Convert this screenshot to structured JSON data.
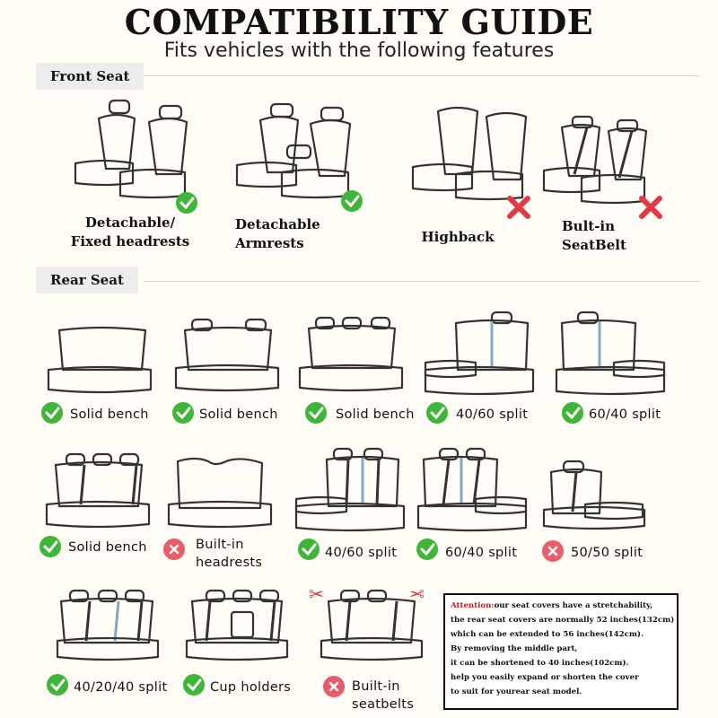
{
  "header": {
    "title": "COMPATIBILITY GUIDE",
    "subtitle": "Fits vehicles with the following features"
  },
  "sections": {
    "front": "Front Seat",
    "rear": "Rear Seat"
  },
  "front_items": [
    {
      "label_line1": "Detachable/",
      "label_line2": "Fixed headrests",
      "status": "compatible"
    },
    {
      "label_line1": "Detachable",
      "label_line2": "Armrests",
      "status": "compatible"
    },
    {
      "label_line1": "Highback",
      "label_line2": "",
      "status": "not-compatible"
    },
    {
      "label_line1": "Bult-in",
      "label_line2": "SeatBelt",
      "status": "not-compatible"
    }
  ],
  "rear_items": [
    {
      "label_line1": "Solid bench",
      "label_line2": "",
      "status": "compatible"
    },
    {
      "label_line1": "Solid bench",
      "label_line2": "",
      "status": "compatible"
    },
    {
      "label_line1": "Solid bench",
      "label_line2": "",
      "status": "compatible"
    },
    {
      "label_line1": "40/60 split",
      "label_line2": "",
      "status": "compatible"
    },
    {
      "label_line1": "60/40 split",
      "label_line2": "",
      "status": "compatible"
    },
    {
      "label_line1": "Solid bench",
      "label_line2": "",
      "status": "compatible"
    },
    {
      "label_line1": "Built-in",
      "label_line2": "headrests",
      "status": "not-compatible"
    },
    {
      "label_line1": "40/60 split",
      "label_line2": "",
      "status": "compatible"
    },
    {
      "label_line1": "60/40 split",
      "label_line2": "",
      "status": "compatible"
    },
    {
      "label_line1": "50/50 split",
      "label_line2": "",
      "status": "not-compatible"
    },
    {
      "label_line1": "40/20/40 split",
      "label_line2": "",
      "status": "compatible"
    },
    {
      "label_line1": "Cup holders",
      "label_line2": "",
      "status": "compatible"
    },
    {
      "label_line1": "Built-in",
      "label_line2": "seatbelts",
      "status": "not-compatible"
    }
  ],
  "attention": {
    "lead": "Attention:",
    "line1": "our seat covers have a stretchability,",
    "line2": "the rear seat covers are normally 52 inches(132cm)",
    "line3": "which can be extended to 56 inches(142cm).",
    "line4": "By removing the middle part,",
    "line5": "it can be shortened to 40 inches(102cm).",
    "line6": "help you easily expand or shorten the cover",
    "line7": "to suit for yourear seat model."
  },
  "colors": {
    "compatible": "#3fb53a",
    "not_compatible": "#ea5c6a",
    "section_bg": "#ededed"
  },
  "icons": {
    "compatible": "check-icon",
    "not_compatible": "x-icon",
    "cut": "scissors-icon"
  }
}
